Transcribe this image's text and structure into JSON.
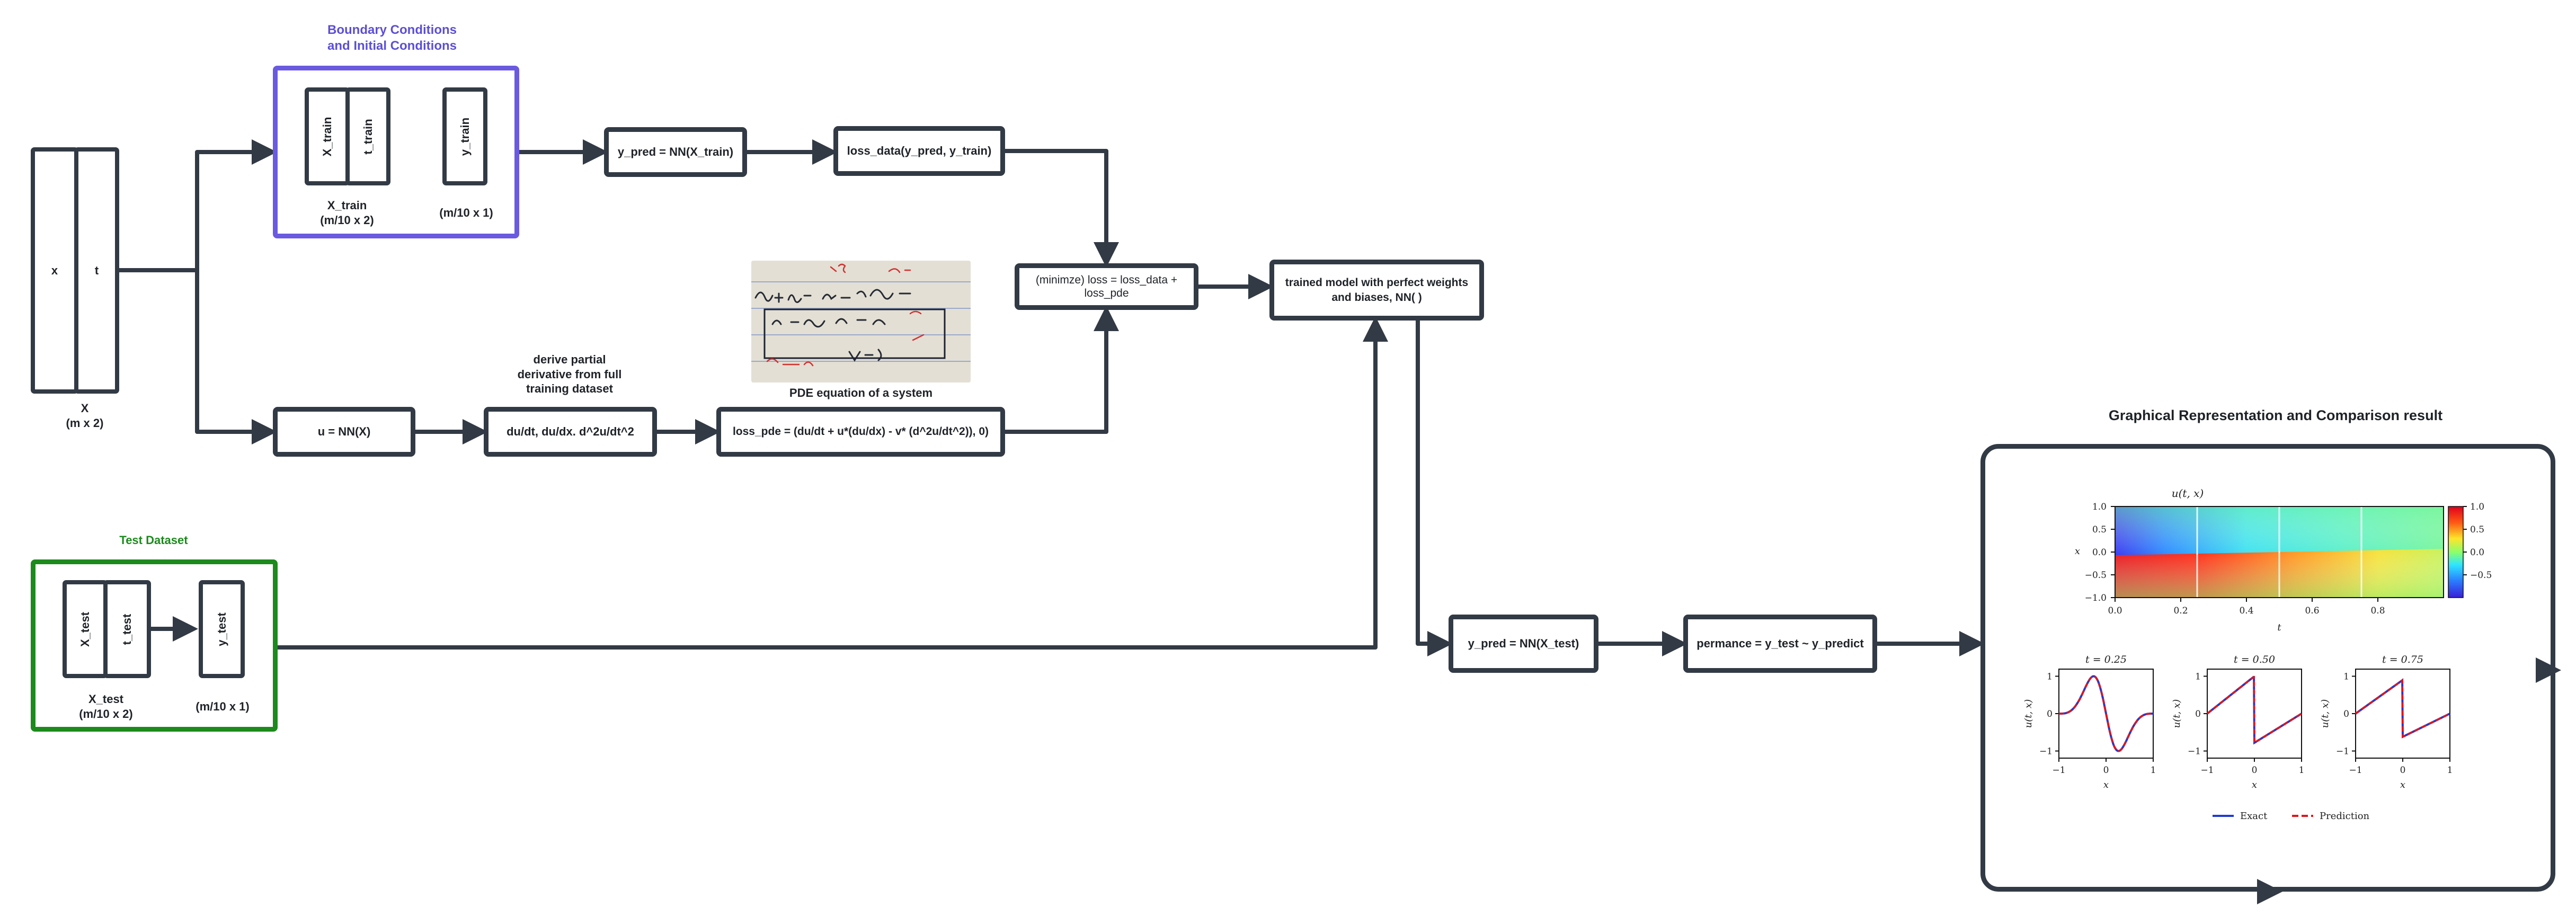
{
  "input": {
    "col_x": "x",
    "col_t": "t",
    "caption_line1": "X",
    "caption_line2": "(m x 2)"
  },
  "boundary": {
    "title_line1": "Boundary Conditions",
    "title_line2": "and Initial Conditions",
    "col_x_train": "X_train",
    "col_t_train": "t_train",
    "col_y_train": "y_train",
    "caption_x_line1": "X_train",
    "caption_x_line2": "(m/10 x 2)",
    "caption_y": "(m/10 x 1)"
  },
  "test": {
    "title": "Test Dataset",
    "col_x_test": "X_test",
    "col_t_test": "t_test",
    "col_y_test": "y_test",
    "caption_x_line1": "X_test",
    "caption_x_line2": "(m/10 x 2)",
    "caption_y": "(m/10 x 1)"
  },
  "nodes": {
    "y_pred_train": "y_pred = NN(X_train)",
    "loss_data": "loss_data(y_pred, y_train)",
    "u_nn": "u = NN(X)",
    "derivs": "du/dt, du/dx. d^2u/dt^2",
    "loss_pde": "loss_pde = (du/dt + u*(du/dx) - v* (d^2u/dt^2)), 0)",
    "minimize": "(minimze) loss = loss_data + loss_pde",
    "trained": "trained model with perfect weights and biases, NN( )",
    "y_pred_test": "y_pred = NN(X_test)",
    "permance": "permance =  y_test ~ y_predict"
  },
  "annotations": {
    "derive_line1": "derive partial",
    "derive_line2": "derivative from full",
    "derive_line3": "training dataset",
    "pde_caption": "PDE equation of a system"
  },
  "results": {
    "title": "Graphical Representation and Comparison result",
    "heatmap_title": "u(t, x)",
    "heatmap_xlabel": "t",
    "heatmap_ylabel": "x",
    "heatmap_xticks": [
      "0.0",
      "0.2",
      "0.4",
      "0.6",
      "0.8"
    ],
    "heatmap_yticks": [
      "1.0",
      "0.5",
      "0.0",
      "−0.5",
      "−1.0"
    ],
    "colorbar_ticks": [
      "1.0",
      "0.5",
      "0.0",
      "−0.5"
    ],
    "slice_titles": [
      "t = 0.25",
      "t = 0.50",
      "t = 0.75"
    ],
    "slice_xlabel": "x",
    "slice_ylabel": "u(t, x)",
    "slice_xticks": [
      "−1",
      "0",
      "1"
    ],
    "slice_yticks": [
      "1",
      "0",
      "−1"
    ],
    "legend_exact": "Exact",
    "legend_prediction": "Prediction",
    "exact_color": "#1f3bd1",
    "prediction_color": "#e0161b"
  },
  "colors": {
    "box_border": "#323a45",
    "boundary_frame": "#6a5ae0",
    "test_frame": "#1c8a1c"
  }
}
